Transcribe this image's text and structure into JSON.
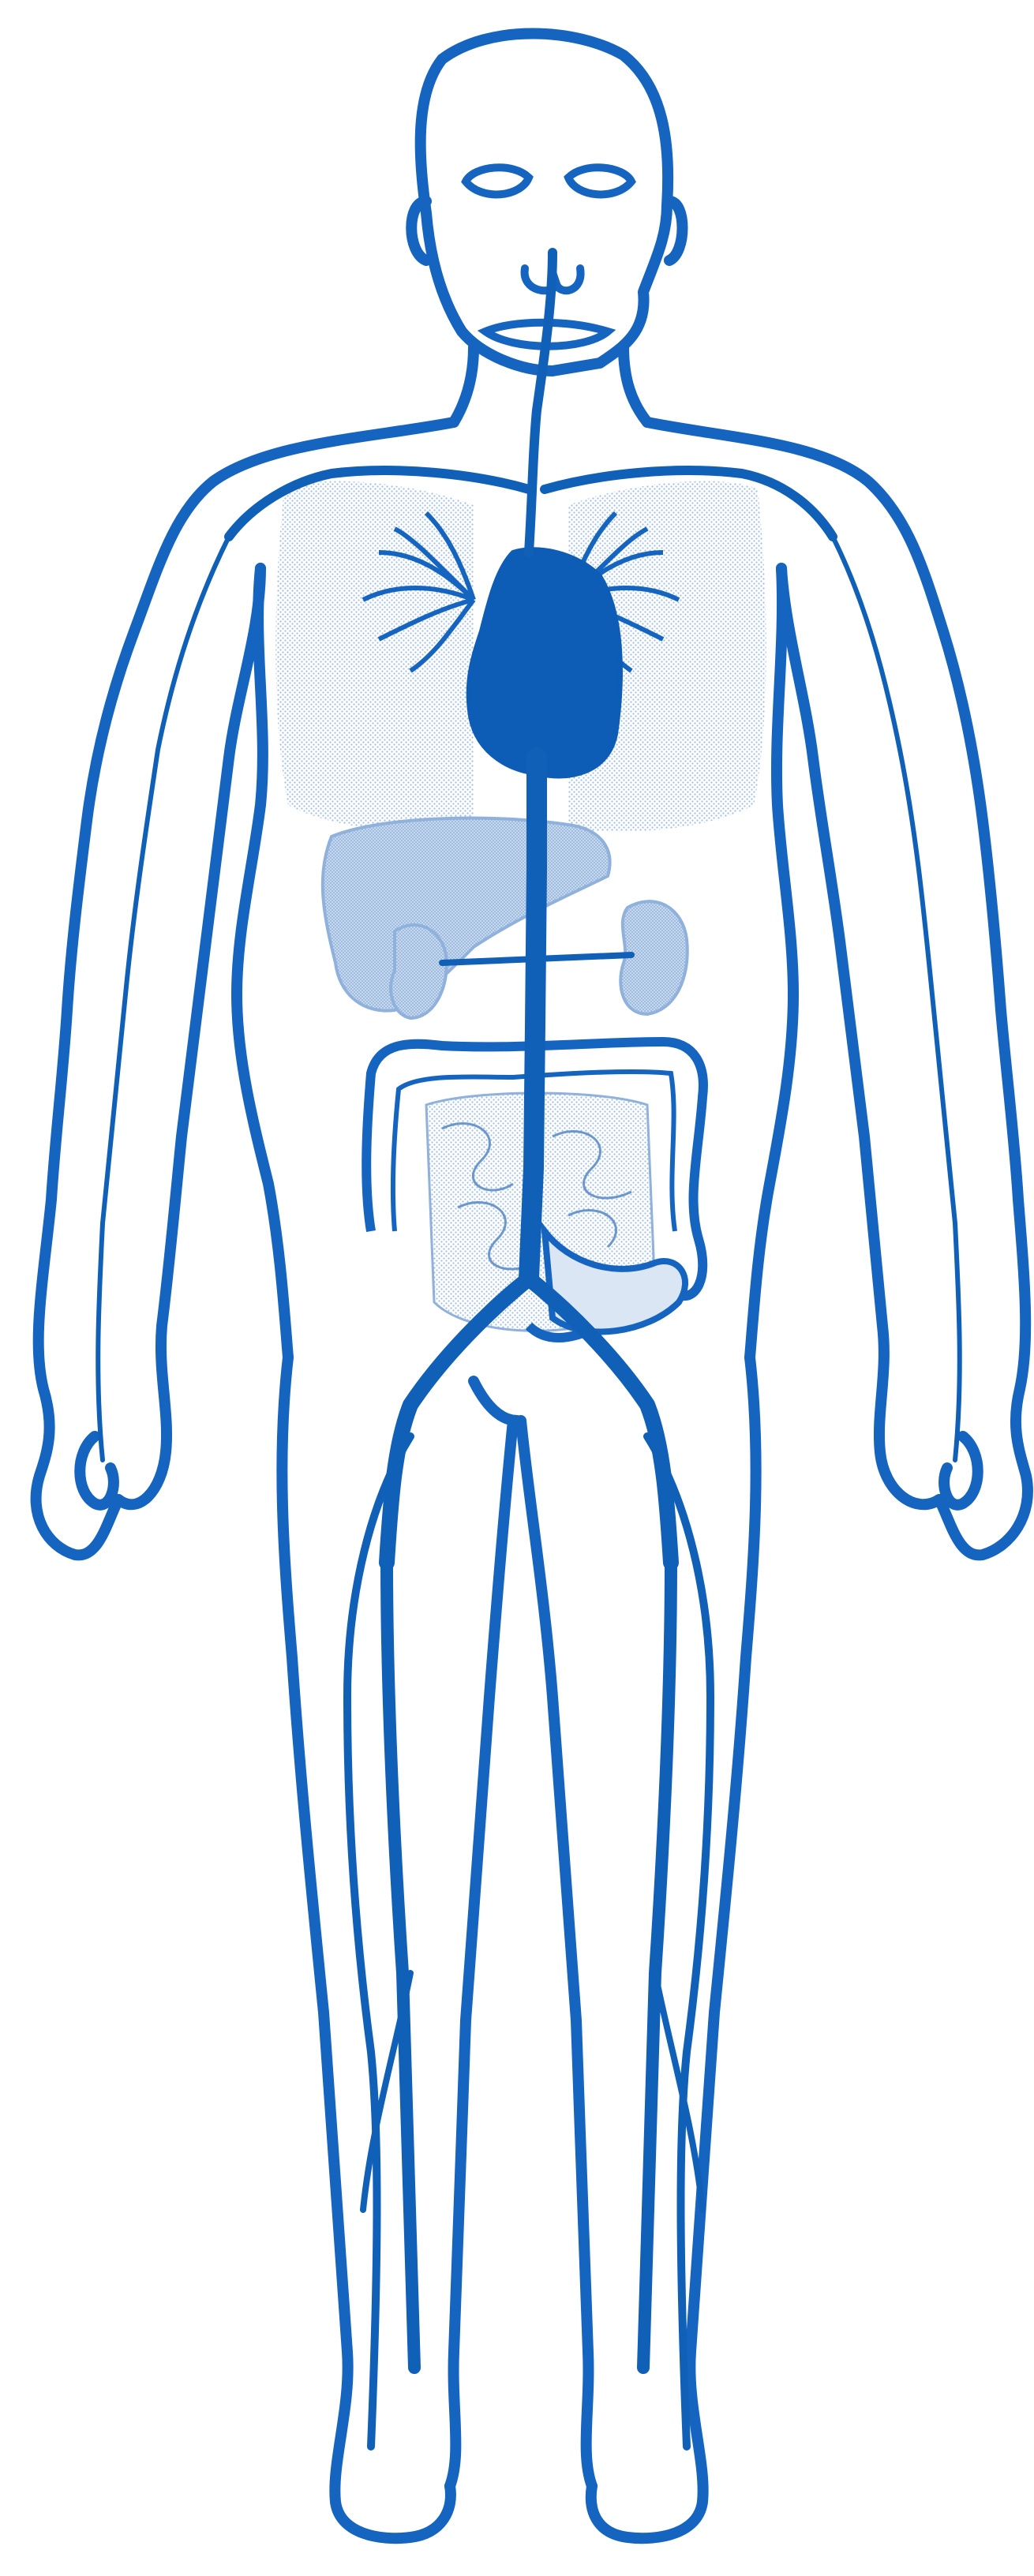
{
  "diagram": {
    "subject": "human-body-circulatory-system",
    "labels": []
  },
  "colors": {
    "background": "#ffffff",
    "outline": "#1565c0",
    "vessel": "#1160b8",
    "heart": "#0d5cb5",
    "organ_fill": "#b9cfe9",
    "organ_light": "#dbe6f4",
    "lung": "#1565c0"
  },
  "parts": [
    "head",
    "face",
    "neck",
    "torso",
    "arms",
    "hands",
    "lungs",
    "heart",
    "liver",
    "kidneys",
    "intestines",
    "legs",
    "feet",
    "vessels"
  ]
}
